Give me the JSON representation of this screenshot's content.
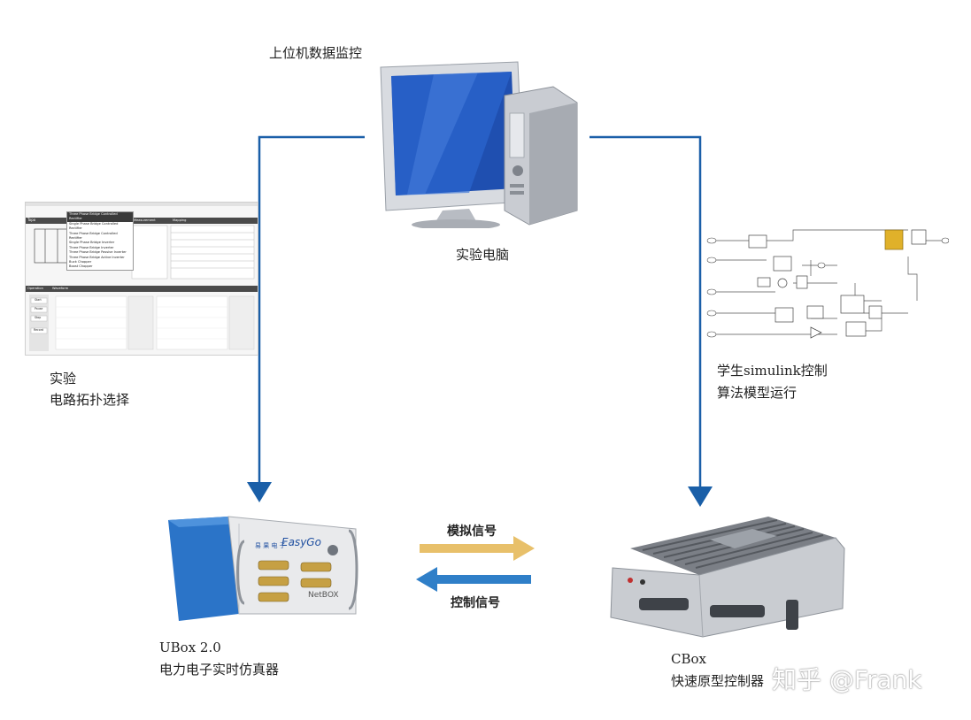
{
  "labels": {
    "pc_title": "上位机数据监控",
    "pc_caption": "实验电脑",
    "experiment_line1": "实验",
    "experiment_line2": "电路拓扑选择",
    "simulink_line1": "学生simulink控制",
    "simulink_line2": "算法模型运行",
    "ubox_line1": "UBox 2.0",
    "ubox_line2": "电力电子实时仿真器",
    "cbox_line1": "CBox",
    "cbox_line2": "快速原型控制器",
    "analog_signal": "模拟信号",
    "control_signal": "控制信号",
    "watermark": "知乎 @Frank"
  },
  "software": {
    "selected": "Three Phase Bridge Controlled Rectifier",
    "options": [
      "Single Phase Bridge Controlled Rectifier",
      "Three Phase Bridge Controlled Rectifier",
      "Single Phase Bridge Inverter",
      "Three Phase Bridge Inverter",
      "Three Phase Bridge Passive Inverter",
      "Three Phase Bridge Active Inverter",
      "Buck Chopper",
      "Boost Chopper"
    ],
    "panels": [
      "Topo",
      "Measurement",
      "Mapping",
      "Operation",
      "Waveform"
    ],
    "buttons": [
      "Start",
      "Pause",
      "Stop",
      "Record"
    ]
  },
  "device_text": {
    "ubox_brand": "EasyGo",
    "ubox_company": "易 果 电 子",
    "ubox_model": "NetBOX"
  },
  "colors": {
    "connector": "#1a5fa8",
    "analog_arrow": "#e8c06a",
    "control_arrow": "#2f7fc8"
  }
}
